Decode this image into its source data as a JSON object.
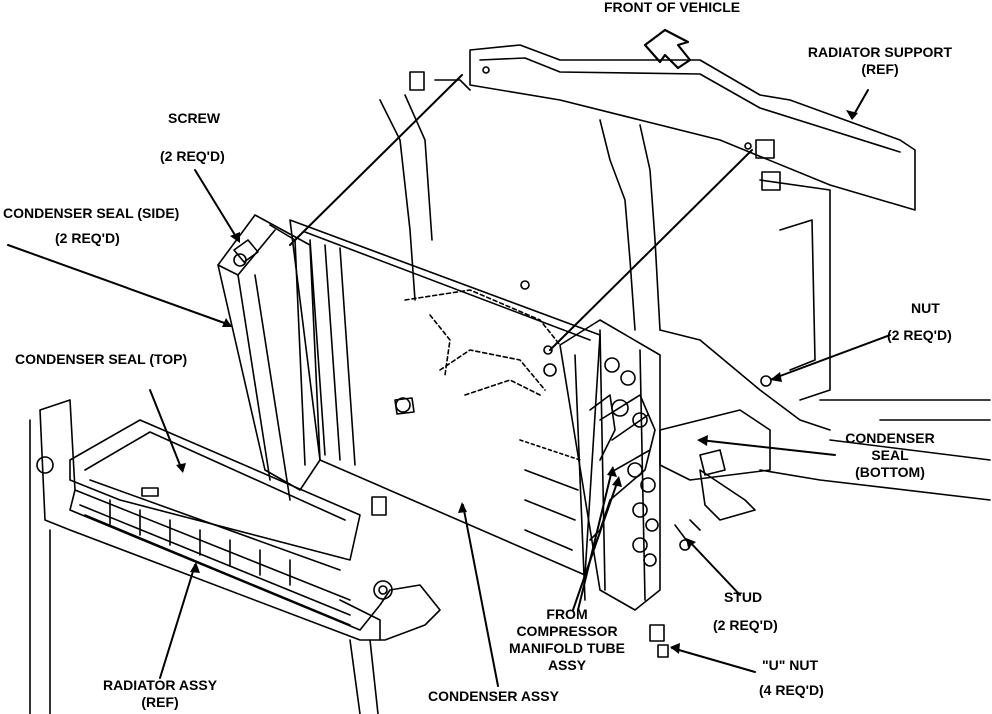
{
  "labels": {
    "front_of_vehicle": "FRONT OF VEHICLE",
    "radiator_support": "RADIATOR SUPPORT",
    "radiator_support_ref": "(REF)",
    "screw": "SCREW",
    "screw_qty": "(2 REQ'D)",
    "seal_side": "CONDENSER SEAL (SIDE)",
    "seal_side_qty": "(2 REQ'D)",
    "nut": "NUT",
    "nut_qty": "(2 REQ'D)",
    "seal_top": "CONDENSER SEAL (TOP)",
    "seal_bottom_1": "CONDENSER",
    "seal_bottom_2": "SEAL",
    "seal_bottom_3": "(BOTTOM)",
    "stud": "STUD",
    "stud_qty": "(2 REQ'D)",
    "from_compressor_1": "FROM",
    "from_compressor_2": "COMPRESSOR",
    "from_compressor_3": "MANIFOLD TUBE",
    "from_compressor_4": "ASSY",
    "u_nut": "\"U\" NUT",
    "u_nut_qty": "(4 REQ'D)",
    "radiator_assy": "RADIATOR ASSY",
    "radiator_assy_ref": "(REF)",
    "condenser_assy": "CONDENSER ASSY"
  },
  "colors": {
    "ink": "#000000",
    "paper": "#ffffff"
  }
}
